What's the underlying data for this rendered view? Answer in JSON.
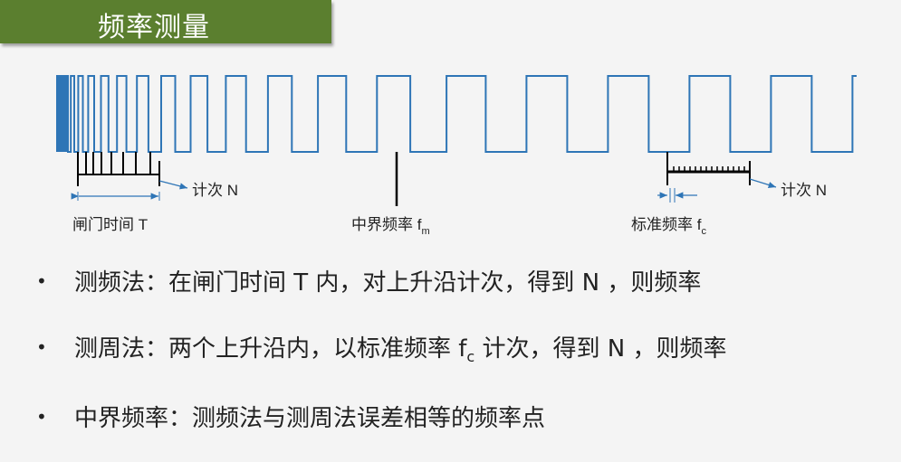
{
  "title": "频率测量",
  "colors": {
    "accent": "#5b7f2f",
    "signal": "#2e75b6",
    "text": "#222222"
  },
  "diagram": {
    "count_left": "计次  N",
    "gate_time": "闸门时间  T",
    "critical_freq": "中界频率  f",
    "critical_sub": "m",
    "std_freq": "标准频率  f",
    "std_sub": "c",
    "count_right": "计次  N"
  },
  "bullets": [
    {
      "text": "测频法：在闸门时间 T 内，对上升沿计次，得到 N ，则频率"
    },
    {
      "pre": "测周法：两个上升沿内，以标准频率 f",
      "sub": "c",
      "post": " 计次，得到 N  ，则频率"
    },
    {
      "text": "中界频率：测频法与测周法误差相等的频率点"
    }
  ]
}
